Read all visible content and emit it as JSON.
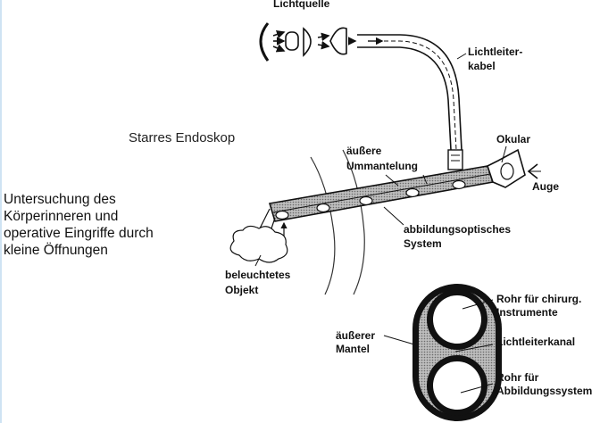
{
  "diagram": {
    "labels": {
      "light_source": "Lichtquelle",
      "fiber_cable_1": "Lichtleiter-",
      "fiber_cable_2": "kabel",
      "rigid_endoscope": "Starres Endoskop",
      "outer_sheath_1": "äußere",
      "outer_sheath_2": "Ummantelung",
      "eyepiece": "Okular",
      "eye": "Auge",
      "optics_1": "abbildungsoptisches",
      "optics_2": "System",
      "object_1": "beleuchtetes",
      "object_2": "Objekt",
      "outer_mantle_1": "äußerer",
      "outer_mantle_2": "Mantel",
      "instrument_tube_1": "Rohr für chirurg.",
      "instrument_tube_2": "Instrumente",
      "fiber_channel": "Lichtleiterkanal",
      "imaging_tube_1": "Rohr für",
      "imaging_tube_2": "Abbildungssystem"
    },
    "description": [
      "Untersuchung des",
      "Körperinneren und",
      "operative Eingriffe durch",
      "kleine Öffnungen"
    ]
  }
}
